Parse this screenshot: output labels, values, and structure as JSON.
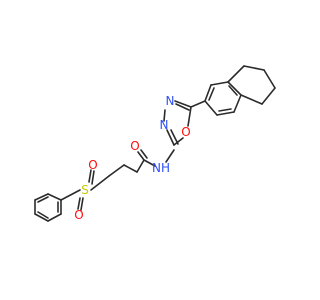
{
  "colors": {
    "bond": "#2b2b2b",
    "oxygen": "#ff0d0d",
    "nitrogen": "#3050f8",
    "sulfur": "#cccc00",
    "hydrogen_on_n": "#3050f8"
  },
  "atom_labels": {
    "sulfonyl_o_top": "O",
    "sulfonyl_o_bottom": "O",
    "sulfur": "S",
    "carbonyl_o": "O",
    "amide_nh": "NH",
    "ring_n3": "N",
    "ring_n4": "N",
    "ring_o1": "O"
  }
}
